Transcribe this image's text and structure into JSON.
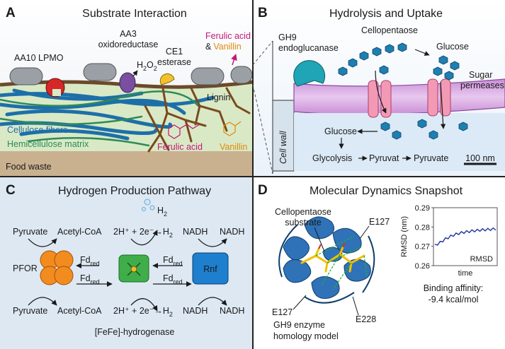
{
  "panel_a": {
    "letter": "A",
    "title": "Substrate Interaction",
    "aa10": "AA10 LPMO",
    "aa3_line1": "AA3",
    "aa3_line2": "oxidoreductase",
    "h2o2": "H",
    "h2o2_sub1": "2",
    "h2o2_o": "O",
    "h2o2_sub2": "2",
    "ce1_line1": "CE1",
    "ce1_line2": "esterase",
    "ferulic_top": "Ferulic acid",
    "amp_vanillin": "& Vanillin",
    "amp": "&",
    "vanillin_top": "Vanillin",
    "lignin": "Lignin",
    "cellulose": "Cellulose fibers",
    "hemicellulose": "Hemicellulose matrix",
    "ferulic_bottom": "Ferulic acid",
    "vanillin_bottom": "Vanillin",
    "food_waste": "Food waste",
    "colors": {
      "ferulic": "#c2187a",
      "vanillin": "#e0890c",
      "cellulose": "#1d6fa8",
      "hemi": "#2e8b57"
    }
  },
  "panel_b": {
    "letter": "B",
    "title": "Hydrolysis and Uptake",
    "gh9_line1": "GH9",
    "gh9_line2": "endoglucanase",
    "cellopentaose": "Cellopentaose",
    "glucose_top": "Glucose",
    "sugar_line1": "Sugar",
    "sugar_line2": "permeases",
    "cell_wall": "Cell wall",
    "glucose_inner": "Glucose",
    "glycolysis": "Glycolysis",
    "pyruvat": "Pyruvat",
    "pyruvate": "Pyruvate",
    "scale": "100 nm"
  },
  "panel_c": {
    "letter": "C",
    "title": "Hydrogen Production Pathway",
    "h2": "H",
    "h2_sub": "2",
    "pyruvate_top": "Pyruvate",
    "acetyl_top": "Acetyl-CoA",
    "eq_top": "2H⁺ + 2e⁻→H",
    "eq_sub": "2",
    "nadh_tl": "NADH",
    "nadh_tr": "NADH",
    "pfor": "PFOR",
    "fd": "Fd",
    "fd_sub": "red",
    "rnf": "Rnf",
    "pyruvate_bottom": "Pyruvate",
    "acetyl_bottom": "Acetyl-CoA",
    "eq_bottom": "2H⁺ + 2e⁻→H",
    "nadh_bl": "NADH",
    "nadh_br": "NADH",
    "hydrogenase": "[FeFe]-hydrogenase"
  },
  "panel_d": {
    "letter": "D",
    "title": "Molecular Dynamics Snapshot",
    "substrate_line1": "Cellopentaose",
    "substrate_line2": "substrate",
    "e127_top": "E127",
    "e127_bottom": "E127",
    "e228": "E228",
    "model_line1": "GH9 enzyme",
    "model_line2": "homology model",
    "affinity_line1": "Binding affinity:",
    "affinity_line2": "-9.4 kcal/mol"
  },
  "chart_data": {
    "type": "line",
    "xlabel": "time",
    "ylabel": "RMSD (nm)",
    "ylim": [
      0.26,
      0.29
    ],
    "yticks": [
      "0.29",
      "0.28",
      "0.27",
      "0.26"
    ],
    "legend": "RMSD",
    "series": [
      {
        "name": "RMSD",
        "color": "#2b3d9a",
        "values": [
          0.2705,
          0.2712,
          0.272,
          0.2729,
          0.2738,
          0.2745,
          0.2752,
          0.2758,
          0.2763,
          0.2767,
          0.277,
          0.2773,
          0.2775,
          0.2777,
          0.2779,
          0.2781,
          0.2782,
          0.2784,
          0.2785,
          0.2786,
          0.2787,
          0.2788,
          0.2789,
          0.279
        ]
      }
    ]
  }
}
